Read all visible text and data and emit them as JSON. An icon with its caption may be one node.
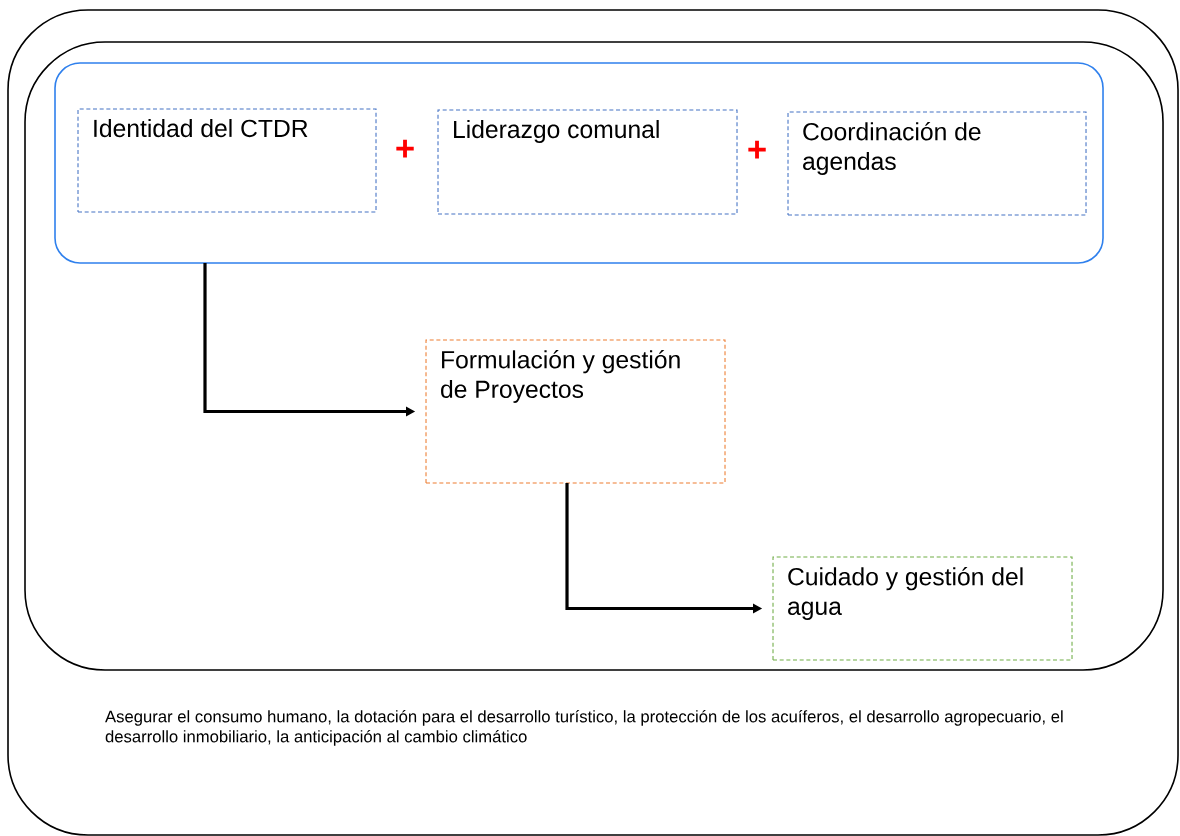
{
  "diagram": {
    "nodes": [
      {
        "text": [
          "Asegurar el consumo humano, la dotación para el desarrollo turístico, la protección de los acuíferos, el desarrollo agropecuario, el desarrollo inmobiliario, la anticipación al cambio climático"
        ]
      },
      {
        "text": [],
        "shape": "box",
        "in": 0
      },
      {
        "text": [],
        "shape": "box",
        "in": 1
      },
      {
        "text": [
          "Identidad del CTDR"
        ],
        "in": 2
      },
      {
        "text": [
          "Liderazgo comunal"
        ],
        "in": 2
      },
      {
        "text": [
          "Coordinación de agendas"
        ],
        "in": 2
      },
      {
        "text": [
          "Formulación y gestión de Proyectos"
        ],
        "in": 1
      },
      {
        "text": [
          "Cuidado y gestión del agua"
        ],
        "in": 1
      }
    ],
    "edges": [
      {
        "from": 2,
        "to": 6,
        "arrow": "to"
      },
      {
        "from": 6,
        "to": 7,
        "arrow": "to"
      }
    ],
    "labels": [
      "+",
      "+"
    ]
  }
}
